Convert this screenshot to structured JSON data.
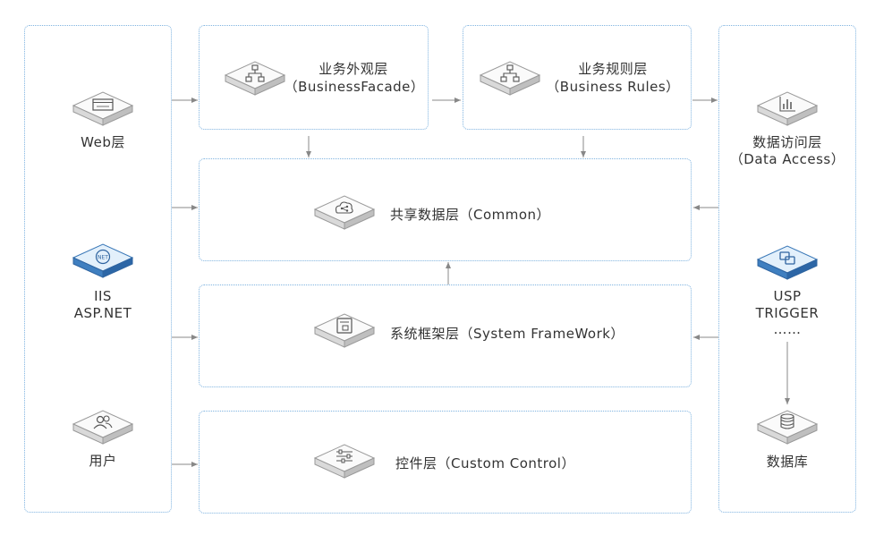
{
  "left_column": {
    "web": "Web层",
    "iis": "IIS",
    "aspnet": "ASP.NET",
    "user": "用户"
  },
  "facade": {
    "title": "业务外观层",
    "subtitle": "（BusinessFacade）"
  },
  "rules": {
    "title": "业务规则层",
    "subtitle": "（Business Rules）"
  },
  "common": {
    "label": "共享数据层（Common）"
  },
  "framework": {
    "label": "系统框架层（System FrameWork）"
  },
  "control": {
    "label": "控件层（Custom Control）"
  },
  "right_column": {
    "data_access_title": "数据访问层",
    "data_access_subtitle": "（Data Access）",
    "usp": "USP",
    "trigger": "TRIGGER",
    "ellipsis": "……",
    "database": "数据库"
  },
  "icons": {
    "web": "browser-window-icon",
    "iis": "net-globe-icon",
    "user": "users-icon",
    "facade": "hierarchy-icon",
    "rules": "hierarchy-icon",
    "common": "cloud-share-icon",
    "framework": "document-icon",
    "control": "sliders-icon",
    "data_access": "bar-chart-icon",
    "usp": "link-icon",
    "database": "database-icon"
  },
  "colors": {
    "border": "#7fb3e0",
    "arrow": "#888888",
    "blue_block": "#3a78b8"
  }
}
